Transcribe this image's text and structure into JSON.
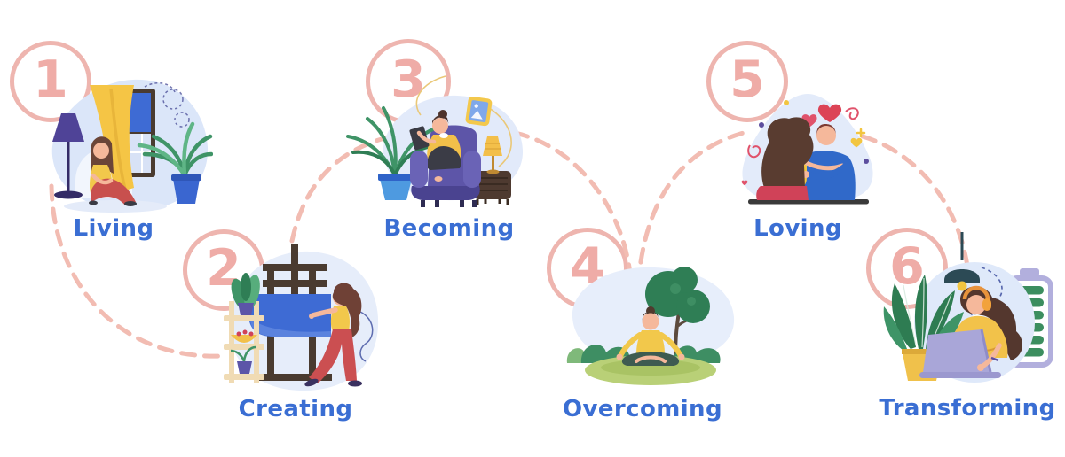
{
  "page": {
    "type": "six-step-journey-infographic",
    "background": "#ffffff"
  },
  "colors": {
    "circle_pink": "#eeb5af",
    "number_pink": "#efaca7",
    "dash_pink": "#f2bcb2",
    "label_blue": "#3a6ed3"
  },
  "steps": [
    {
      "number": "1",
      "label": "Living",
      "illustration": "woman-relaxing-by-window"
    },
    {
      "number": "2",
      "label": "Creating",
      "illustration": "woman-painting-at-easel"
    },
    {
      "number": "3",
      "label": "Becoming",
      "illustration": "woman-reading-in-armchair"
    },
    {
      "number": "4",
      "label": "Overcoming",
      "illustration": "woman-meditating-in-park"
    },
    {
      "number": "5",
      "label": "Loving",
      "illustration": "couple-embracing-on-bench"
    },
    {
      "number": "6",
      "label": "Transforming",
      "illustration": "woman-at-laptop-with-headphones"
    }
  ]
}
